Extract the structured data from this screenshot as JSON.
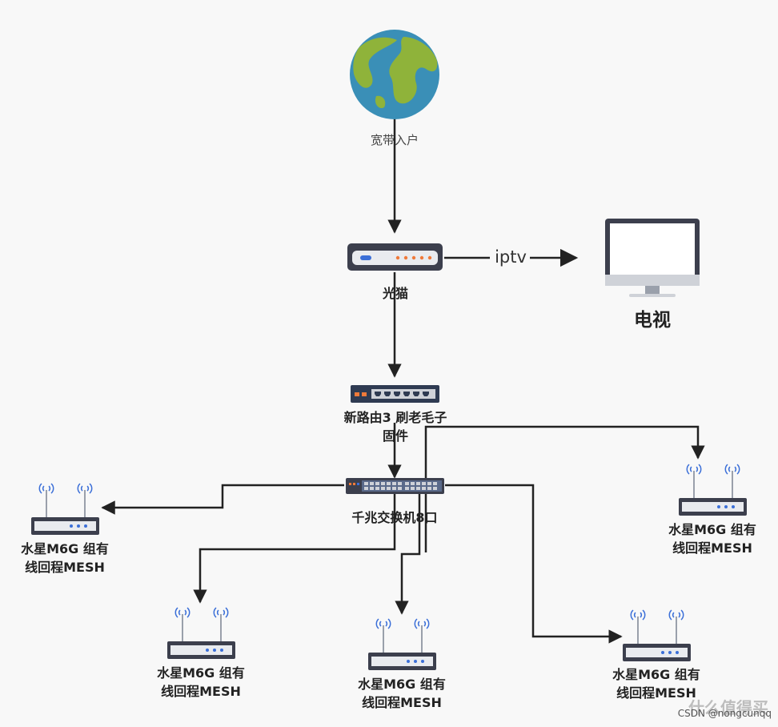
{
  "nodes": {
    "internet": {
      "label": "宽带入户",
      "icon": "globe-icon"
    },
    "modem": {
      "label": "光猫",
      "icon": "modem-icon"
    },
    "tv": {
      "label": "电视",
      "icon": "monitor-icon"
    },
    "router": {
      "label_line1": "新路由3 刷老毛子",
      "label_line2": "固件",
      "icon": "router-icon"
    },
    "switch": {
      "label": "千兆交换机8口",
      "icon": "switch-icon"
    },
    "mesh": [
      {
        "label_line1": "水星M6G 组有",
        "label_line2": "线回程MESH"
      },
      {
        "label_line1": "水星M6G 组有",
        "label_line2": "线回程MESH"
      },
      {
        "label_line1": "水星M6G 组有",
        "label_line2": "线回程MESH"
      },
      {
        "label_line1": "水星M6G 组有",
        "label_line2": "线回程MESH"
      },
      {
        "label_line1": "水星M6G 组有",
        "label_line2": "线回程MESH"
      }
    ]
  },
  "edges": {
    "iptv_label": "iptv"
  },
  "watermark": {
    "source": "CSDN @nongcunqq",
    "site": "什么值得买"
  },
  "colors": {
    "line": "#222222",
    "ocean": "#3a8fb7",
    "land": "#8fb33a",
    "device": "#3c3f4d",
    "device_bar": "#cfd2d8",
    "led_blue": "#3b6fd8",
    "led_orange": "#f07a3a",
    "port": "#5a6a8a"
  }
}
